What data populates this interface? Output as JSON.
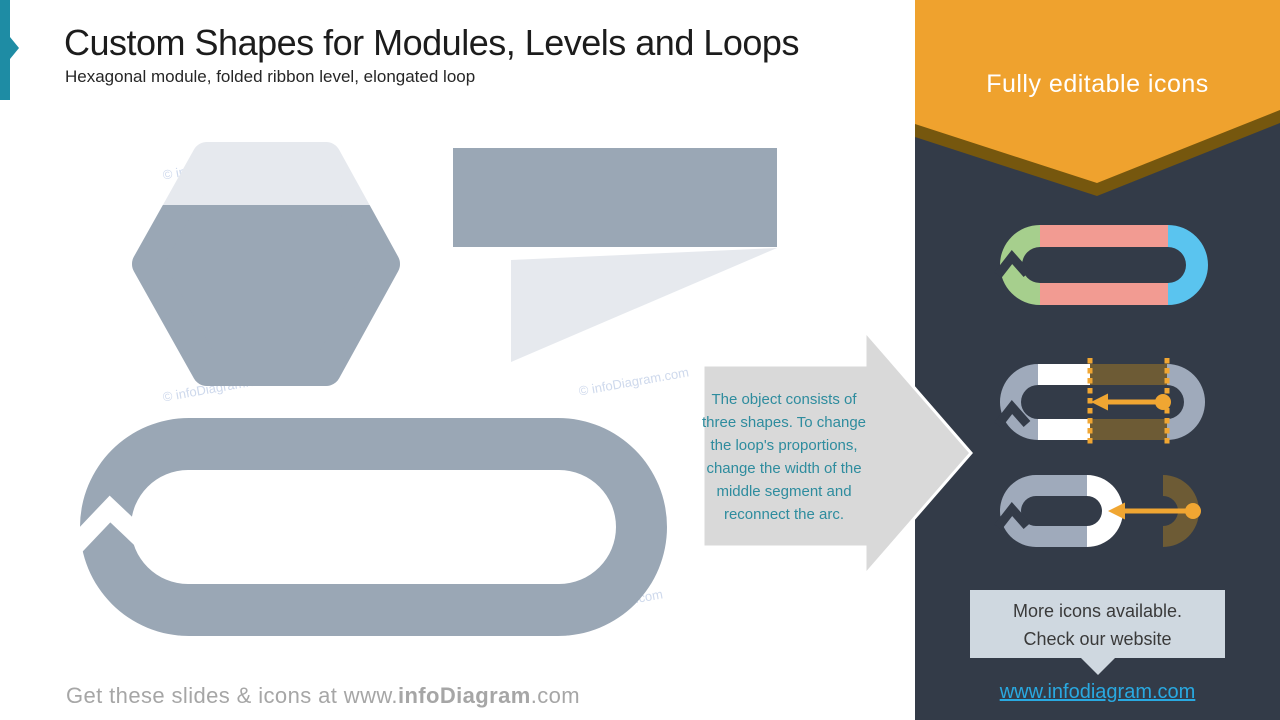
{
  "header": {
    "title": "Custom Shapes for Modules, Levels and Loops",
    "subtitle": "Hexagonal module, folded ribbon level, elongated loop"
  },
  "watermark": {
    "text": "© infoDiagram.com"
  },
  "callout": {
    "text": "The object consists of three shapes. To change the loop's proportions, change the width of the middle segment and reconnect the arc."
  },
  "sidebar": {
    "banner_label": "Fully editable icons",
    "icons": [
      {
        "name": "loop-icon-three-colors"
      },
      {
        "name": "loop-icon-selected-middle-segment"
      },
      {
        "name": "loop-icon-reconnect-arc"
      }
    ],
    "bubble": {
      "line1": "More icons available.",
      "line2": "Check our website"
    },
    "link_label": "www.infodiagram.com"
  },
  "footer": {
    "prefix": "Get these slides & icons at www.",
    "brand": "infoDiagram",
    "suffix": ".com"
  },
  "colors": {
    "accent_teal": "#1E8CA4",
    "title_dark": "#1C1C1C",
    "shape_gray": "#9AA7B5",
    "shape_light": "#E6E9EE",
    "callout_gray": "#D9D9D9",
    "callout_text": "#2E8C9E",
    "sidebar_bg": "#333B48",
    "banner_orange": "#EFA22E",
    "banner_edge": "#76570E",
    "icon_green": "#A6CF8D",
    "icon_salmon": "#F29B92",
    "icon_blue": "#5AC4EF",
    "icon_gray": "#9FAABB",
    "icon_brown": "#6D5B35",
    "handle_orange": "#F0A632",
    "bubble_bg": "#CFD8E0",
    "bubble_text": "#3A3A3A",
    "link_blue": "#29A9E1",
    "footer_gray": "#A6A6A6",
    "watermark_blue": "#C3D0E8"
  }
}
